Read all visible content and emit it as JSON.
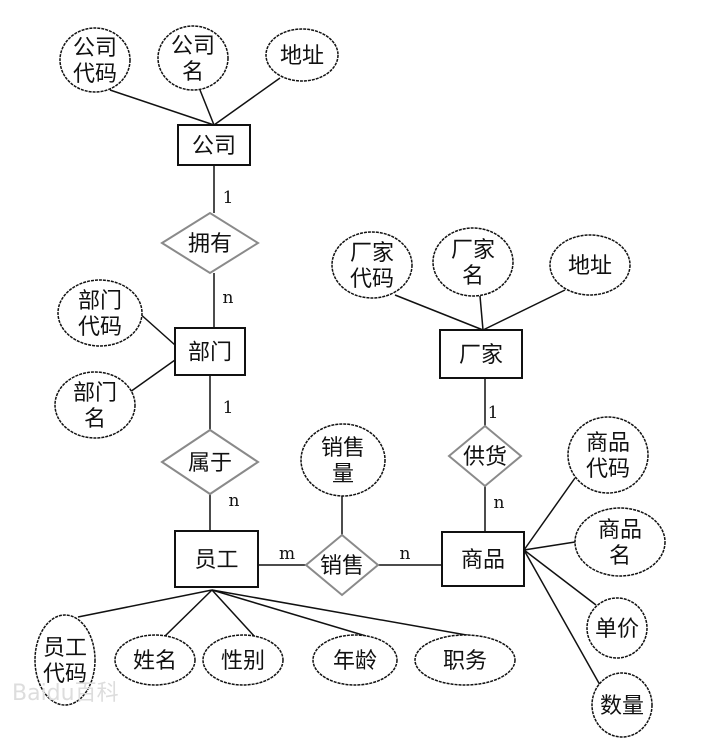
{
  "title": "E-R diagram",
  "entities": {
    "company": "公司",
    "department": "部门",
    "employee": "员工",
    "manufacturer": "厂家",
    "product": "商品"
  },
  "relationships": {
    "owns": "拥有",
    "belongs_to": "属于",
    "sells": "销售",
    "supplies": "供货"
  },
  "attributes": {
    "company_code": [
      "公司",
      "代码"
    ],
    "company_name": [
      "公司",
      "名"
    ],
    "company_address": [
      "地址"
    ],
    "dept_code": [
      "部门",
      "代码"
    ],
    "dept_name": [
      "部门",
      "名"
    ],
    "mfr_code": [
      "厂家",
      "代码"
    ],
    "mfr_name": [
      "厂家",
      "名"
    ],
    "mfr_address": [
      "地址"
    ],
    "sales_qty": [
      "销售",
      "量"
    ],
    "product_code": [
      "商品",
      "代码"
    ],
    "product_name": [
      "商品",
      "名"
    ],
    "unit_price": [
      "单价"
    ],
    "quantity": [
      "数量"
    ],
    "emp_code": [
      "员工",
      "代码"
    ],
    "emp_name": [
      "姓名"
    ],
    "emp_gender": [
      "性别"
    ],
    "emp_age": [
      "年龄"
    ],
    "emp_title": [
      "职务"
    ]
  },
  "cardinalities": {
    "company_owns": "1",
    "owns_dept": "n",
    "dept_belongs": "1",
    "belongs_emp": "n",
    "emp_sells": "m",
    "sells_product": "n",
    "mfr_supplies": "1",
    "supplies_product": "n"
  },
  "watermark": "Baidu百科",
  "colors": {
    "line": "#111111",
    "diamond": "#8a8a8a"
  }
}
